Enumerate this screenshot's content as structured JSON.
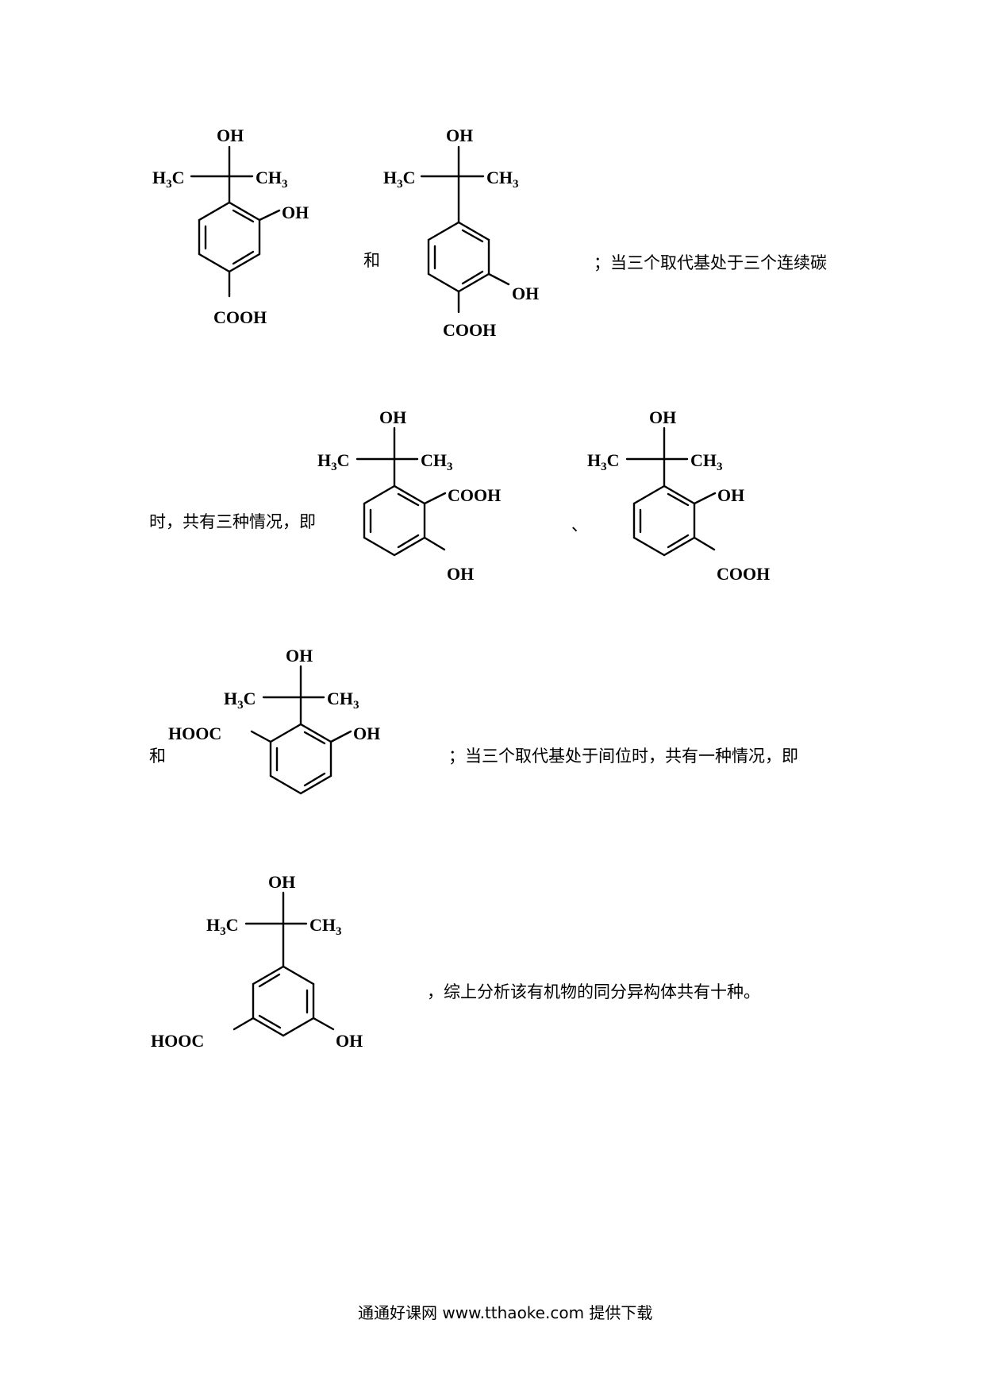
{
  "text": {
    "and_1": "和",
    "line1_tail": "；当三个取代基处于三个连续碳",
    "line2_lead": "时，共有三种情况，即",
    "comma": "、",
    "and_2": "和",
    "line3_tail": "；当三个取代基处于间位时，共有一种情况，即",
    "line4_tail": "，综上分析该有机物的同分异构体共有十种。"
  },
  "footer": "通通好课网 www.tthaoke.com 提供下载",
  "labels": {
    "OH": "OH",
    "H": "H",
    "C": "C",
    "CH": "CH",
    "three": "3",
    "COOH": "COOH",
    "HOOC": "HOOC"
  }
}
